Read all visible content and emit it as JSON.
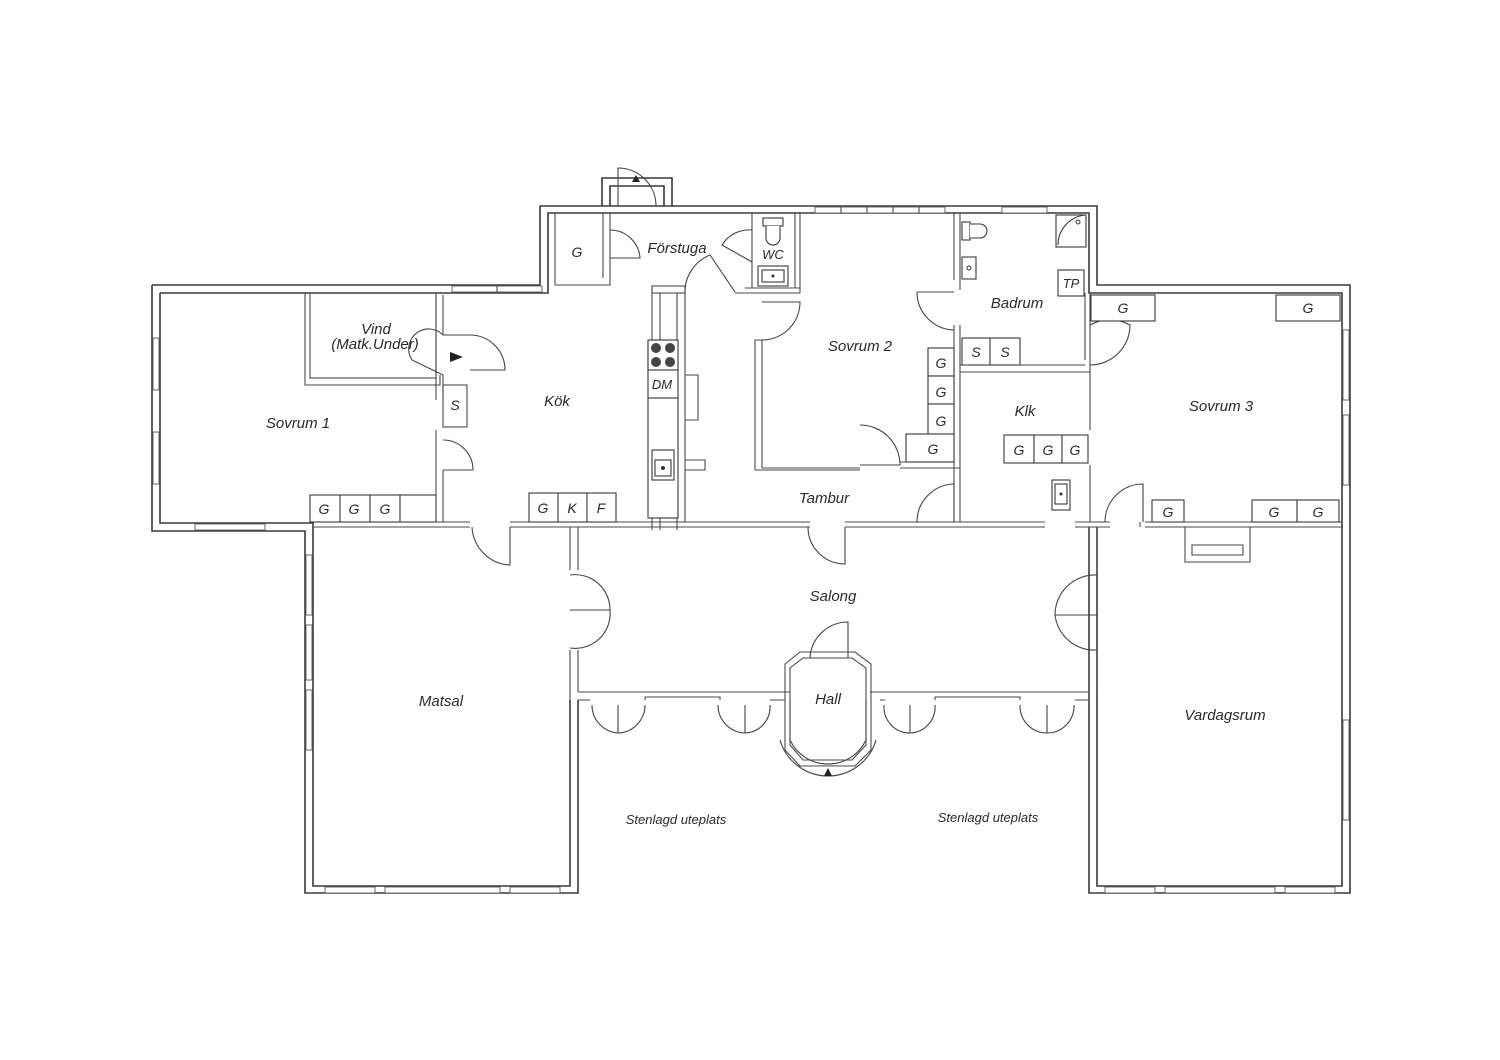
{
  "rooms": {
    "forstuga": "Förstuga",
    "wc": "WC",
    "badrum": "Badrum",
    "tp": "TP",
    "vind_line1": "Vind",
    "vind_line2": "(Matk.Under)",
    "kok": "Kök",
    "dm": "DM",
    "sovrum1": "Sovrum 1",
    "sovrum2": "Sovrum 2",
    "sovrum3": "Sovrum 3",
    "klk": "Klk",
    "tambur": "Tambur",
    "salong": "Salong",
    "hall": "Hall",
    "matsal": "Matsal",
    "vardagsrum": "Vardagsrum",
    "uteplats_left": "Stenlagd uteplats",
    "uteplats_right": "Stenlagd uteplats"
  },
  "storage": {
    "g": "G",
    "s": "S",
    "k": "K",
    "f": "F"
  }
}
